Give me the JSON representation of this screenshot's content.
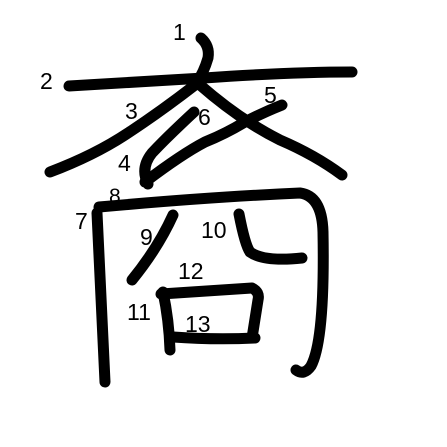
{
  "character": {
    "glyph": "喬",
    "stroke_count": 13,
    "ink_color": "#000000",
    "background_color": "#ffffff"
  },
  "stroke_numbers": [
    "1",
    "2",
    "3",
    "4",
    "5",
    "6",
    "7",
    "8",
    "9",
    "10",
    "11",
    "12",
    "13"
  ]
}
